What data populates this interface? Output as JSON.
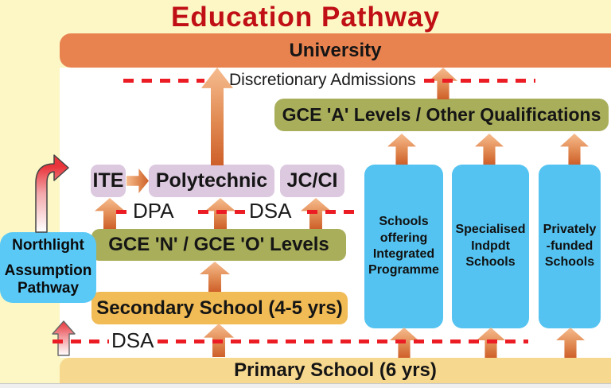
{
  "title": "Education Pathway",
  "bars": {
    "university": "University",
    "gce_a_levels": "GCE 'A' Levels / Other Qualifications",
    "gce_n_o_levels": "GCE 'N' / GCE 'O' Levels",
    "secondary_school": "Secondary School (4-5 yrs)",
    "primary_school": "Primary School (6 yrs)"
  },
  "boxes": {
    "ite": "ITE",
    "polytechnic": "Polytechnic",
    "jc_ci": "JC/CI"
  },
  "blue_boxes": [
    {
      "lines": [
        "Schools",
        "offering",
        "Integrated",
        "Programme"
      ]
    },
    {
      "lines": [
        "Specialised",
        "Indpdt",
        "Schools"
      ]
    },
    {
      "lines": [
        "Privately",
        "-funded",
        "Schools"
      ]
    }
  ],
  "labels": {
    "discretionary_admissions": "Discretionary Admissions",
    "dpa": "DPA",
    "dsa_mid": "DSA",
    "dsa_bottom": "DSA"
  },
  "sidebar": {
    "lines": [
      "Northlight",
      "Assumption",
      "Pathway"
    ]
  },
  "colors": {
    "background_cream": "#FCF7C5",
    "university_orange": "#E88350",
    "olive_green": "#A9AE5B",
    "lavender": "#DCC8DF",
    "sky_blue": "#54C3F1",
    "secondary_orange": "#F1BB55",
    "primary_tan": "#F7D88F",
    "dash_red": "#EC1C24",
    "title_red": "#C00F15",
    "arrow_light": "#F6BC8F",
    "arrow_dark": "#CE5F2A",
    "northlight_blue": "#5BC9F6"
  }
}
